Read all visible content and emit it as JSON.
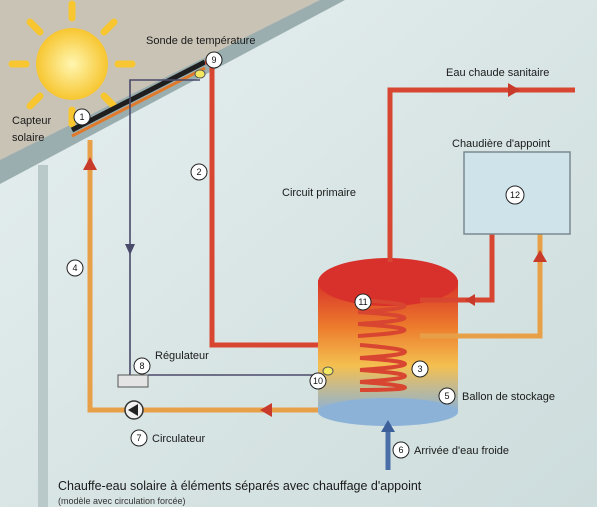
{
  "labels": {
    "sonde": "Sonde de température",
    "capteur_line1": "Capteur",
    "capteur_line2": "solaire",
    "eau_chaude": "Eau chaude sanitaire",
    "chaudiere": "Chaudière d'appoint",
    "circuit_primaire": "Circuit primaire",
    "regulateur": "Régulateur",
    "ballon": "Ballon de stockage",
    "circulateur": "Circulateur",
    "arrivee": "Arrivée d'eau froide"
  },
  "numbers": {
    "n1": "1",
    "n2": "2",
    "n3": "3",
    "n4": "4",
    "n5": "5",
    "n6": "6",
    "n7": "7",
    "n8": "8",
    "n9": "9",
    "n10": "10",
    "n11": "11",
    "n12": "12"
  },
  "caption": {
    "title": "Chauffe-eau solaire à éléments séparés avec chauffage d'appoint",
    "subtitle": "(modèle avec circulation forcée)"
  },
  "colors": {
    "hot_pipe": "#d84530",
    "warm_pipe": "#e8a048",
    "cold_pipe": "#4a6fa8",
    "background": "#d6e4e4",
    "roof": "#9aaeb0"
  }
}
